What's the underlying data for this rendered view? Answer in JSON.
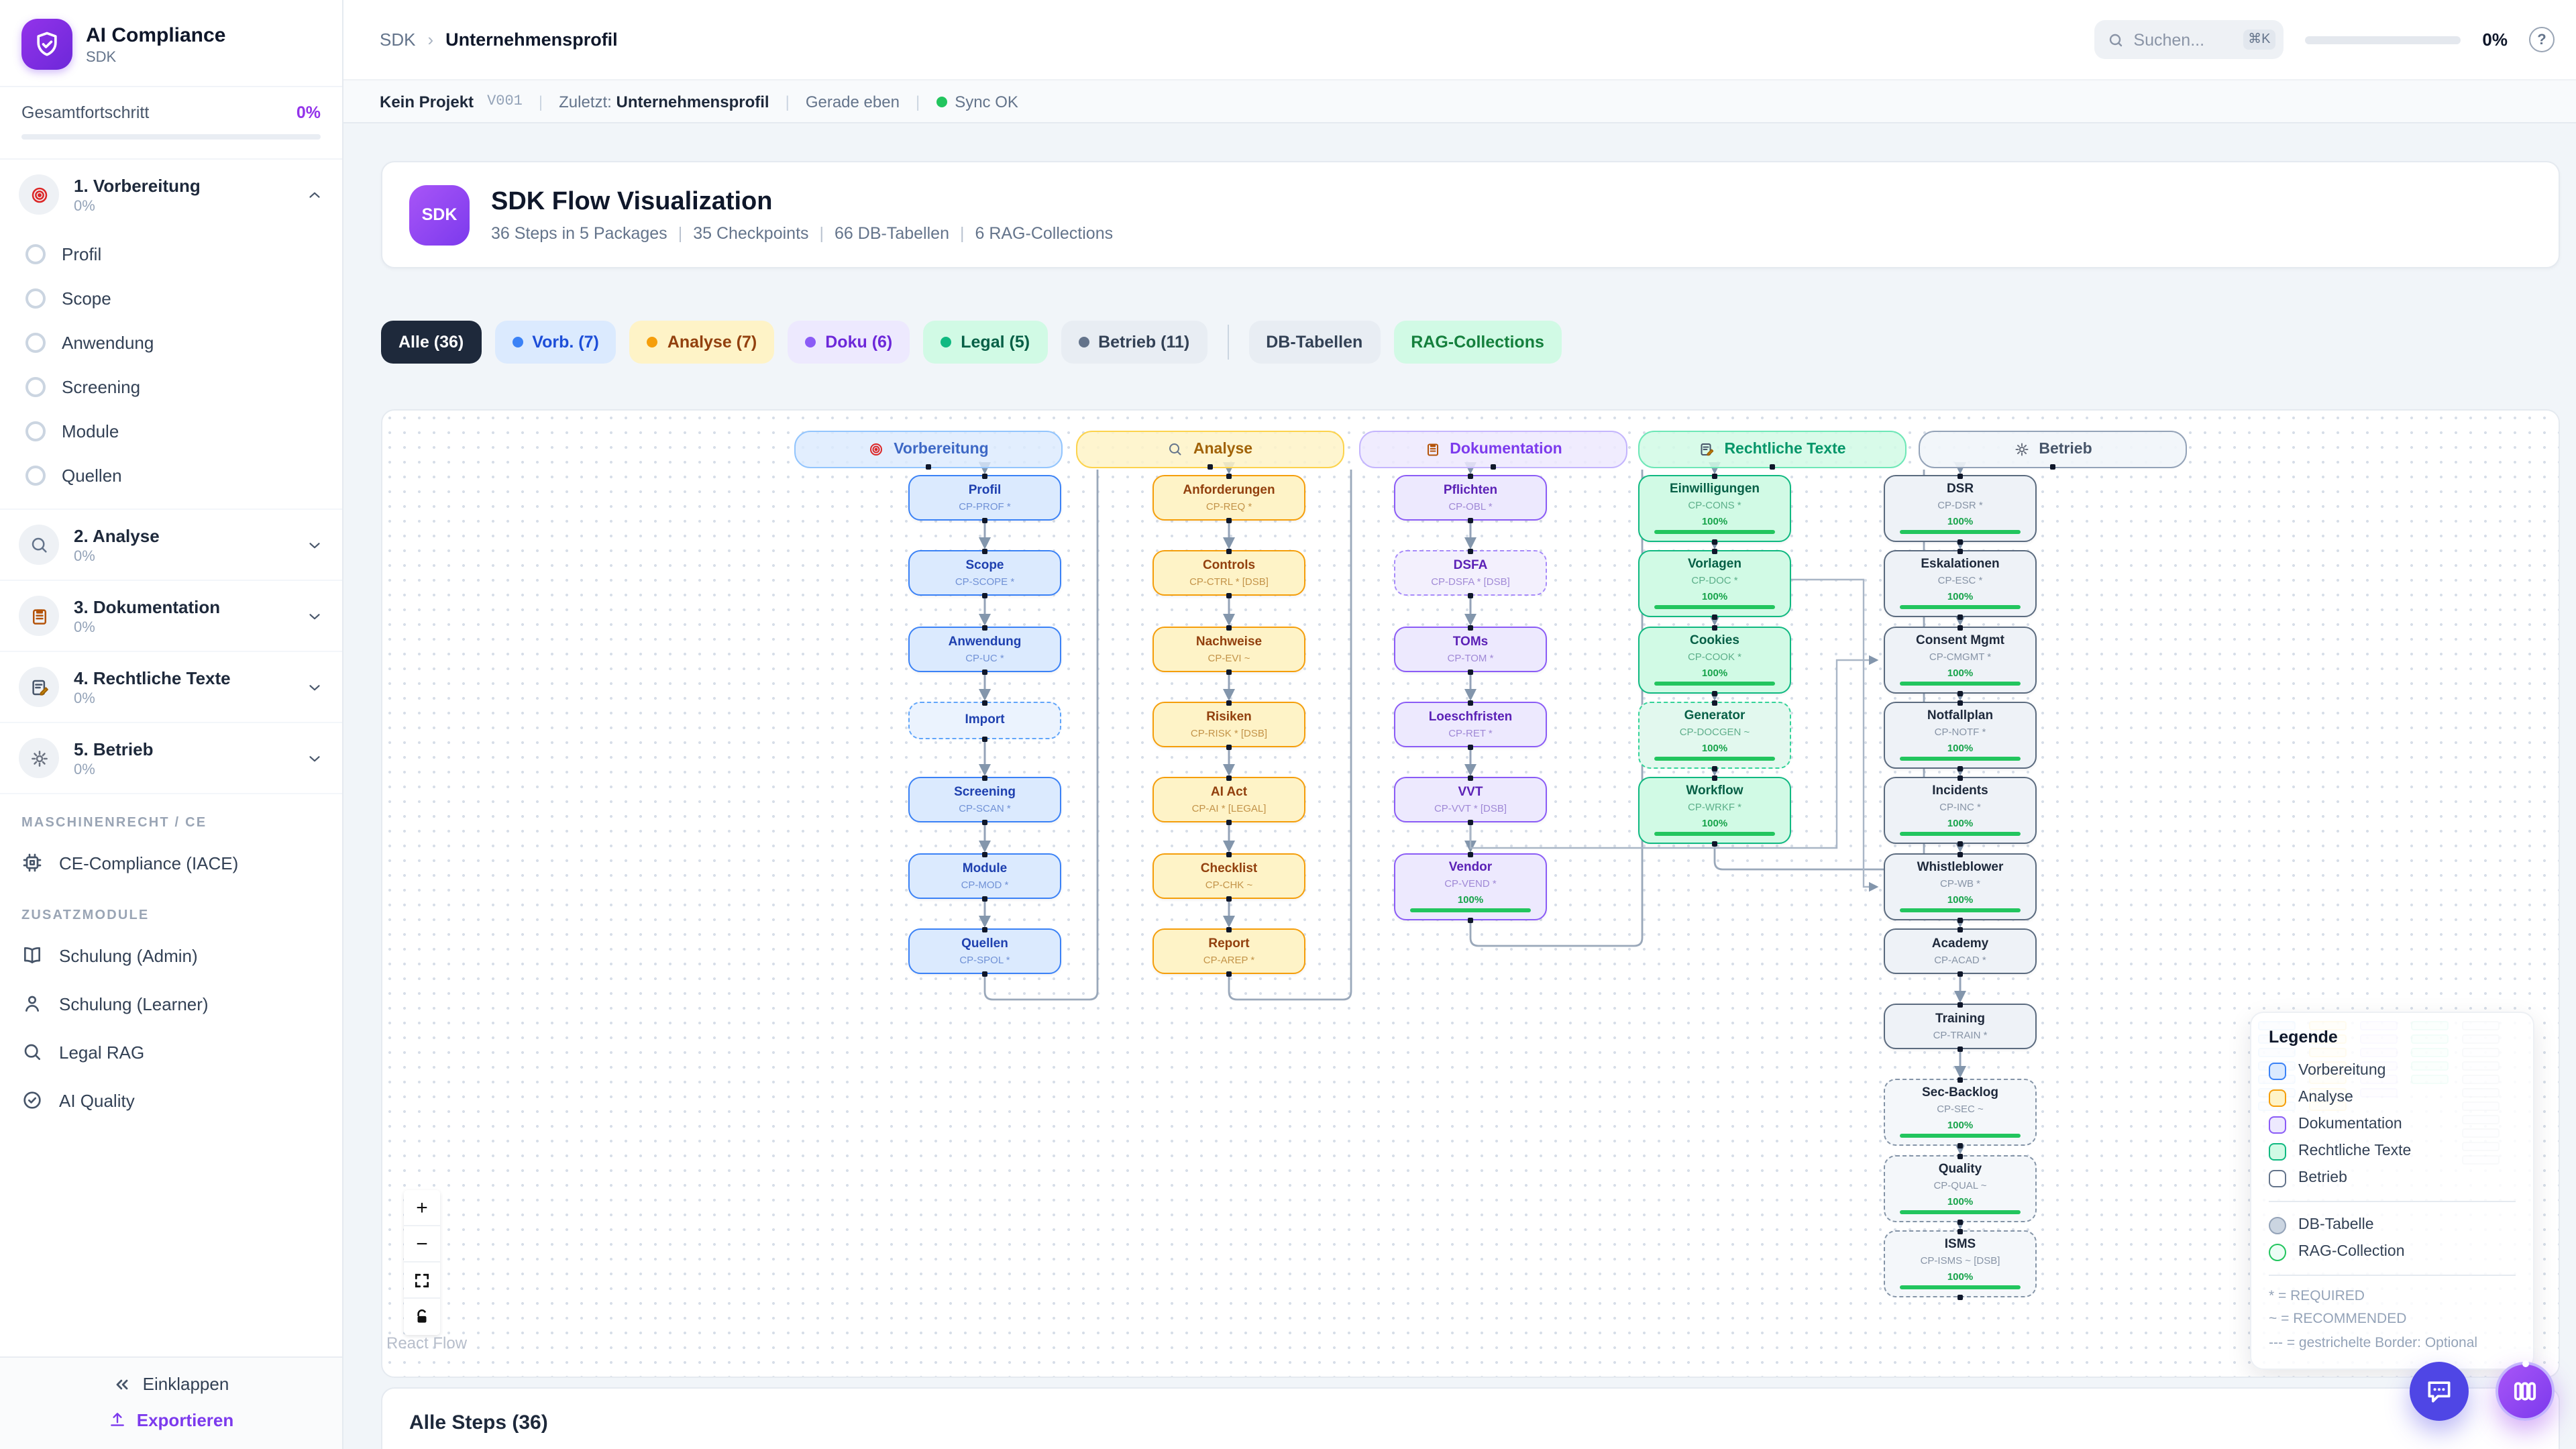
{
  "app": {
    "title": "AI Compliance",
    "subtitle": "SDK"
  },
  "sidebar": {
    "overall": {
      "label": "Gesamtfortschritt",
      "value": "0%"
    },
    "phases": [
      {
        "label": "1. Vorbereitung",
        "progress": "0%",
        "icon": "target-icon",
        "expanded": true,
        "items": [
          "Profil",
          "Scope",
          "Anwendung",
          "Screening",
          "Module",
          "Quellen"
        ]
      },
      {
        "label": "2. Analyse",
        "progress": "0%",
        "icon": "magnifier-icon",
        "expanded": false,
        "items": []
      },
      {
        "label": "3. Dokumentation",
        "progress": "0%",
        "icon": "clipboard-icon",
        "expanded": false,
        "items": []
      },
      {
        "label": "4. Rechtliche Texte",
        "progress": "0%",
        "icon": "memo-pencil-icon",
        "expanded": false,
        "items": []
      },
      {
        "label": "5. Betrieb",
        "progress": "0%",
        "icon": "gear-icon",
        "expanded": false,
        "items": []
      }
    ],
    "sections": [
      {
        "heading": "MASCHINENRECHT / CE",
        "items": [
          {
            "label": "CE-Compliance (IACE)",
            "icon": "cpu-icon"
          }
        ]
      },
      {
        "heading": "ZUSATZMODULE",
        "items": [
          {
            "label": "Schulung (Admin)",
            "icon": "book-icon"
          },
          {
            "label": "Schulung (Learner)",
            "icon": "person-icon"
          },
          {
            "label": "Legal RAG",
            "icon": "search-icon"
          },
          {
            "label": "AI Quality",
            "icon": "check-circle-icon"
          }
        ]
      }
    ],
    "footer": {
      "collapse": "Einklappen",
      "export": "Exportieren"
    }
  },
  "topbar": {
    "breadcrumb": [
      "SDK",
      "Unternehmensprofil"
    ],
    "search_placeholder": "Suchen...",
    "search_kbd": "⌘K",
    "progress": "0%",
    "help": "?"
  },
  "statusbar": {
    "project": "Kein Projekt",
    "version": "V001",
    "last_label": "Zuletzt:",
    "last_value": "Unternehmensprofil",
    "time": "Gerade eben",
    "sync": "Sync OK"
  },
  "hero": {
    "badge": "SDK",
    "title": "SDK Flow Visualization",
    "stats": [
      "36 Steps in 5 Packages",
      "35 Checkpoints",
      "66 DB-Tabellen",
      "6 RAG-Collections"
    ]
  },
  "filters": {
    "chips": [
      {
        "label": "Alle (36)",
        "style": "all"
      },
      {
        "label": "Vorb. (7)",
        "style": "blue"
      },
      {
        "label": "Analyse (7)",
        "style": "yellow"
      },
      {
        "label": "Doku (6)",
        "style": "purple"
      },
      {
        "label": "Legal (5)",
        "style": "green"
      },
      {
        "label": "Betrieb (11)",
        "style": "gray"
      },
      {
        "label": "DB-Tabellen",
        "style": "plain",
        "group2": true
      },
      {
        "label": "RAG-Collections",
        "style": "rag",
        "group2": true
      }
    ]
  },
  "flow": {
    "columns": [
      {
        "label": "Vorbereitung",
        "icon": "target-icon",
        "theme": "blue",
        "nodes": [
          {
            "title": "Profil",
            "code": "CP-PROF *"
          },
          {
            "title": "Scope",
            "code": "CP-SCOPE *"
          },
          {
            "title": "Anwendung",
            "code": "CP-UC *"
          },
          {
            "title": "Import",
            "dashed": true
          },
          {
            "title": "Screening",
            "code": "CP-SCAN *"
          },
          {
            "title": "Module",
            "code": "CP-MOD *"
          },
          {
            "title": "Quellen",
            "code": "CP-SPOL *"
          }
        ]
      },
      {
        "label": "Analyse",
        "icon": "magnifier-icon",
        "theme": "yellow",
        "nodes": [
          {
            "title": "Anforderungen",
            "code": "CP-REQ *"
          },
          {
            "title": "Controls",
            "code": "CP-CTRL * [DSB]"
          },
          {
            "title": "Nachweise",
            "code": "CP-EVI ~"
          },
          {
            "title": "Risiken",
            "code": "CP-RISK * [DSB]"
          },
          {
            "title": "AI Act",
            "code": "CP-AI * [LEGAL]"
          },
          {
            "title": "Checklist",
            "code": "CP-CHK ~"
          },
          {
            "title": "Report",
            "code": "CP-AREP *"
          }
        ]
      },
      {
        "label": "Dokumentation",
        "icon": "clipboard-icon",
        "theme": "purple",
        "nodes": [
          {
            "title": "Pflichten",
            "code": "CP-OBL *"
          },
          {
            "title": "DSFA",
            "code": "CP-DSFA * [DSB]",
            "dashed": true
          },
          {
            "title": "TOMs",
            "code": "CP-TOM *"
          },
          {
            "title": "Loeschfristen",
            "code": "CP-RET *"
          },
          {
            "title": "VVT",
            "code": "CP-VVT * [DSB]"
          },
          {
            "title": "Vendor",
            "code": "CP-VEND *",
            "progress": "100%"
          }
        ]
      },
      {
        "label": "Rechtliche Texte",
        "icon": "memo-pencil-icon",
        "theme": "green",
        "nodes": [
          {
            "title": "Einwilligungen",
            "code": "CP-CONS *",
            "progress": "100%"
          },
          {
            "title": "Vorlagen",
            "code": "CP-DOC *",
            "progress": "100%"
          },
          {
            "title": "Cookies",
            "code": "CP-COOK *",
            "progress": "100%"
          },
          {
            "title": "Generator",
            "code": "CP-DOCGEN ~",
            "progress": "100%",
            "dashed": true
          },
          {
            "title": "Workflow",
            "code": "CP-WRKF *",
            "progress": "100%"
          }
        ]
      },
      {
        "label": "Betrieb",
        "icon": "gear-icon",
        "theme": "gray",
        "nodes": [
          {
            "title": "DSR",
            "code": "CP-DSR *",
            "progress": "100%"
          },
          {
            "title": "Eskalationen",
            "code": "CP-ESC *",
            "progress": "100%"
          },
          {
            "title": "Consent Mgmt",
            "code": "CP-CMGMT *",
            "progress": "100%"
          },
          {
            "title": "Notfallplan",
            "code": "CP-NOTF *",
            "progress": "100%"
          },
          {
            "title": "Incidents",
            "code": "CP-INC *",
            "progress": "100%"
          },
          {
            "title": "Whistleblower",
            "code": "CP-WB *",
            "progress": "100%"
          },
          {
            "title": "Academy",
            "code": "CP-ACAD *"
          },
          {
            "title": "Training",
            "code": "CP-TRAIN *"
          },
          {
            "title": "Sec-Backlog",
            "code": "CP-SEC ~",
            "progress": "100%",
            "dashed": true
          },
          {
            "title": "Quality",
            "code": "CP-QUAL ~",
            "progress": "100%",
            "dashed": true
          },
          {
            "title": "ISMS",
            "code": "CP-ISMS ~ [DSB]",
            "progress": "100%",
            "dashed": true
          }
        ]
      }
    ]
  },
  "legend": {
    "title": "Legende",
    "packages": [
      {
        "label": "Vorbereitung",
        "theme": "blue"
      },
      {
        "label": "Analyse",
        "theme": "yellow"
      },
      {
        "label": "Dokumentation",
        "theme": "purple"
      },
      {
        "label": "Rechtliche Texte",
        "theme": "green"
      },
      {
        "label": "Betrieb",
        "theme": "gray"
      }
    ],
    "shapes": [
      {
        "label": "DB-Tabelle",
        "kind": "db"
      },
      {
        "label": "RAG-Collection",
        "kind": "rag"
      }
    ],
    "notes": [
      "* = REQUIRED",
      "~ = RECOMMENDED",
      "--- = gestrichelte Border: Optional"
    ]
  },
  "controls": {
    "zoom_in": "+",
    "zoom_out": "−",
    "attribution": "React Flow"
  },
  "bottom": {
    "title": "Alle Steps (36)"
  },
  "colors": {
    "accent_purple": "#7C3AED",
    "progress_green": "#22C55E",
    "pct_green": "#16A34A",
    "sync_green": "#22C55E",
    "chip_active_bg": "#1E293B",
    "blue": "#3B82F6",
    "yellow": "#F59E0B",
    "purple": "#8B5CF6",
    "green": "#10B981",
    "gray": "#64748B"
  }
}
